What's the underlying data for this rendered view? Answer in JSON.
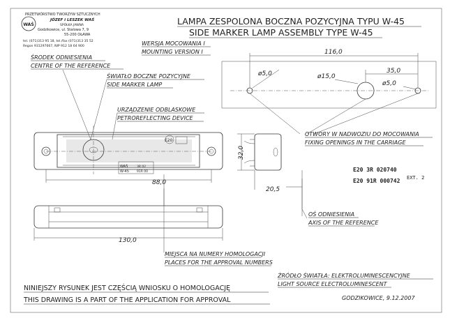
{
  "company": {
    "line1": "PRZETWÓRSTWO TWORZYW SZTUCZNYCH",
    "line2": "JÓZEF i LESZEK WAŚ",
    "line3": "SPÓŁKA JAWNA",
    "line4": "Godzikowice, ul. Stalowa 7, 9",
    "line5": "55-200 OŁAWA",
    "line6": "tel. (071)313 95 18, tel./fax (071)313 35 52",
    "line7": "Regon 931297667, NIP 912 18 64 900",
    "logo_text": "WAŚ"
  },
  "title": {
    "pl": "LAMPA ZESPOLONA BOCZNA POZYCYJNA TYPU W-45",
    "en": "SIDE MARKER LAMP ASSEMBLY TYPE W-45"
  },
  "mounting": {
    "pl": "WERSJA MOCOWANIA I",
    "en": "MOUNTING VERSION I"
  },
  "callouts": {
    "reference_center_pl": "ŚRODEK ODNIESIENIA",
    "reference_center_en": "CENTRE OF THE REFERENCE",
    "side_marker_pl": "ŚWIATŁO BOCZNE POZYCYJNE",
    "side_marker_en": "SIDE MARKER LAMP",
    "retro_pl": "URZĄDZENIE ODBLASKOWE",
    "retro_en": "PETROREFLECTING DEVICE",
    "fixing_pl": "OTWORY W NADWOZIU DO MOCOWANIA",
    "fixing_en": "FIXING OPENINGS IN THE CARRIAGE",
    "axis_pl": "OŚ ODNIESIENIA",
    "axis_en": "AXIS OF THE REFERENCE",
    "approval_pl": "MIEJSCA NA NUMERY HOMOLOGACJI",
    "approval_en": "PLACES FOR THE APPROVAL NUMBERS",
    "source_pl": "ŹRÓDŁO ŚWIATŁA: ELEKTROLUMINESCENCYJNE",
    "source_en": "LIGHT SOURCE ELECTROLUMINESCENT"
  },
  "dimensions": {
    "hole_spacing": "116,0",
    "hole_d1": "ø5,0",
    "hole_d2": "ø15,0",
    "hole_d3": "ø5,0",
    "offset": "35,0",
    "width": "88,0",
    "height": "32,0",
    "depth": "20,5",
    "length": "130,0"
  },
  "approval_marks": {
    "mark1": "E20  3R  020740",
    "mark2": "E20 91R  000742",
    "ext": "EXT. 2",
    "lamp_label1": "WAŚ",
    "lamp_label2": "W-45",
    "lamp_e20": "E20"
  },
  "footer": {
    "note_pl": "NINIEJSZY RYSUNEK JEST CZĘŚCIĄ WNIOSKU O HOMOLOGACJĘ",
    "note_en": "THIS DRAWING IS A PART OF THE APPLICATION FOR APPROVAL",
    "place_date": "GODZIKOWICE, 9.12.2007"
  }
}
